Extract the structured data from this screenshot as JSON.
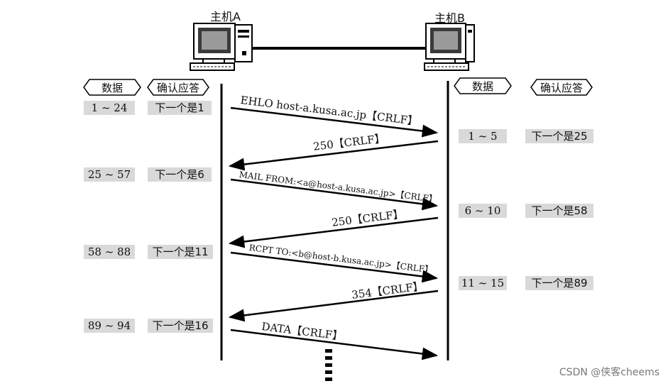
{
  "host_a": {
    "label": "主机A"
  },
  "host_b": {
    "label": "主机B"
  },
  "headers": {
    "data": "数据",
    "ack": "确认应答"
  },
  "host_a_rows": [
    {
      "data": "1 ~ 24",
      "ack": "下一个是1"
    },
    {
      "data": "25 ~ 57",
      "ack": "下一个是6"
    },
    {
      "data": "58 ~ 88",
      "ack": "下一个是11"
    },
    {
      "data": "89 ~ 94",
      "ack": "下一个是16"
    }
  ],
  "host_b_rows": [
    {
      "data": "1 ~ 5",
      "ack": "下一个是25"
    },
    {
      "data": "6 ~ 10",
      "ack": "下一个是58"
    },
    {
      "data": "11 ~ 15",
      "ack": "下一个是89"
    }
  ],
  "messages": [
    {
      "text": "EHLO host-a.kusa.ac.jp【CRLF】",
      "direction": "A-to-B"
    },
    {
      "text": "250【CRLF】",
      "direction": "B-to-A"
    },
    {
      "text": "MAIL FROM:<a@host-a.kusa.ac.jp>【CRLF】",
      "direction": "A-to-B"
    },
    {
      "text": "250【CRLF】",
      "direction": "B-to-A"
    },
    {
      "text": "RCPT TO:<b@host-b.kusa.ac.jp>【CRLF】",
      "direction": "A-to-B"
    },
    {
      "text": "354【CRLF】",
      "direction": "B-to-A"
    },
    {
      "text": "DATA【CRLF】",
      "direction": "A-to-B"
    }
  ],
  "watermark": "CSDN @侠客cheems"
}
